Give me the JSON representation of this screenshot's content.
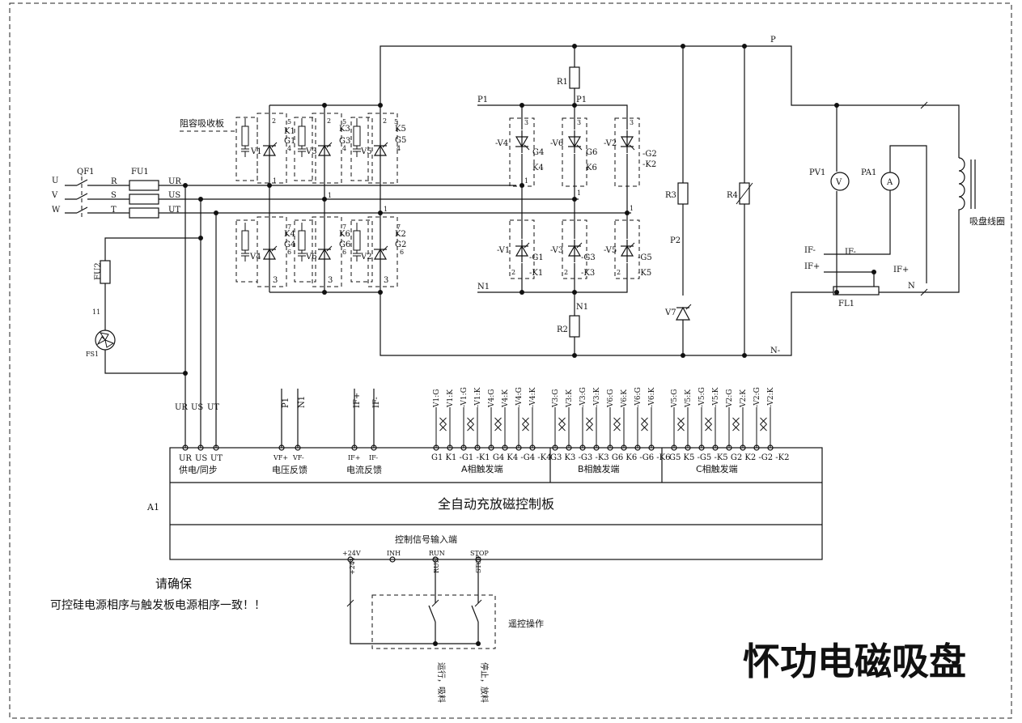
{
  "inputs": {
    "u": "U",
    "v": "V",
    "w": "W",
    "qf1": "QF1",
    "fu1": "FU1",
    "r": "R",
    "s": "S",
    "t": "T",
    "ur": "UR",
    "us": "US",
    "ut": "UT"
  },
  "aux": {
    "fu2": "FU2",
    "fs1": "FS1",
    "n11": "11"
  },
  "snubber": "阻容吸收板",
  "bridge": {
    "v1": "V1",
    "v3": "V3",
    "v5": "V5",
    "v4": "V4",
    "v6": "V6",
    "v2": "V2",
    "k1": "K1",
    "g1": "G1",
    "k3": "K3",
    "g3": "G3",
    "k5": "K5",
    "g5": "G5",
    "k4": "K4",
    "g4": "G4",
    "k6": "K6",
    "g6": "G6",
    "k2": "K2",
    "g2": "G2",
    "n1": "1",
    "n2": "2",
    "n3": "3",
    "n4": "4",
    "n5": "5",
    "n6": "6",
    "n7": "7"
  },
  "inverter": {
    "p1": "P1",
    "n1": "N1",
    "r1": "R1",
    "r2": "R2",
    "mv4": "-V4",
    "mv6": "-V6",
    "mv2": "-V2",
    "mv1": "-V1",
    "mv3": "-V3",
    "mv5": "-V5",
    "g4": "G4",
    "k4": "K4",
    "g6": "G6",
    "k6": "K6",
    "mg2": "-G2",
    "mk2": "-K2",
    "mg1": "-G1",
    "mk1": "-K1",
    "mg3": "-G3",
    "mk3": "-K3",
    "mg5": "-G5",
    "mk5": "-K5"
  },
  "dc": {
    "r3": "R3",
    "r4": "R4",
    "p2": "P2",
    "v7": "V7",
    "p": "P",
    "nminus": "N-",
    "n": "N",
    "pv1": "PV1",
    "pa1": "PA1",
    "vsym": "V",
    "asym": "A",
    "ifm": "IF-",
    "ifp": "IF+",
    "fl1": "FL1",
    "coil": "吸盘线圈"
  },
  "board": {
    "a1": "A1",
    "title": "全自动充放磁控制板",
    "supply_label": "供电/同步",
    "supply_terms": [
      "UR",
      "US",
      "UT"
    ],
    "vfb_label": "电压反馈",
    "vfb_terms": [
      "VF+",
      "VF-"
    ],
    "ifb_label": "电流反馈",
    "ifb_terms": [
      "IF+",
      "IF-"
    ],
    "wire_labels": [
      "UR",
      "US",
      "UT",
      "P1",
      "N1",
      "IF+",
      "IF-"
    ],
    "a_wires": [
      "V1:G",
      "V1:K",
      "-V1:G",
      "-V1:K",
      "V4:G",
      "V4:K",
      "-V4:G",
      "-V4:K"
    ],
    "b_wires": [
      "V3:G",
      "V3:K",
      "-V3:G",
      "-V3:K",
      "V6:G",
      "V6:K",
      "-V6:G",
      "-V6:K"
    ],
    "c_wires": [
      "V5:G",
      "V5:K",
      "-V5:G",
      "-V5:K",
      "V2:G",
      "V2:K",
      "-V2:G",
      "-V2:K"
    ],
    "a_terms": "G1 K1 -G1 -K1 G4 K4 -G4 -K4",
    "b_terms": "G3 K3 -G3 -K3 G6 K6 -G6 -K6",
    "c_terms": "G5 K5 -G5 -K5 G2 K2 -G2 -K2",
    "a_label": "A相触发端",
    "b_label": "B相触发端",
    "c_label": "C相触发端",
    "ctrl_label": "控制信号输入端",
    "ctrl_terms": [
      "+24V",
      "INH",
      "RUN",
      "STOP"
    ]
  },
  "remote": {
    "label": "遥控操作",
    "run_note": "运行，吸料",
    "stop_note": "停止，放料",
    "w24": "+24V",
    "wrun": "RUN",
    "wstop": "STOP"
  },
  "notes": {
    "line1": "请确保",
    "line2": "可控硅电源相序与触发板电源相序一致！！"
  },
  "brand": {
    "text": "怀功电磁吸盘",
    "color": "#e8101a"
  }
}
